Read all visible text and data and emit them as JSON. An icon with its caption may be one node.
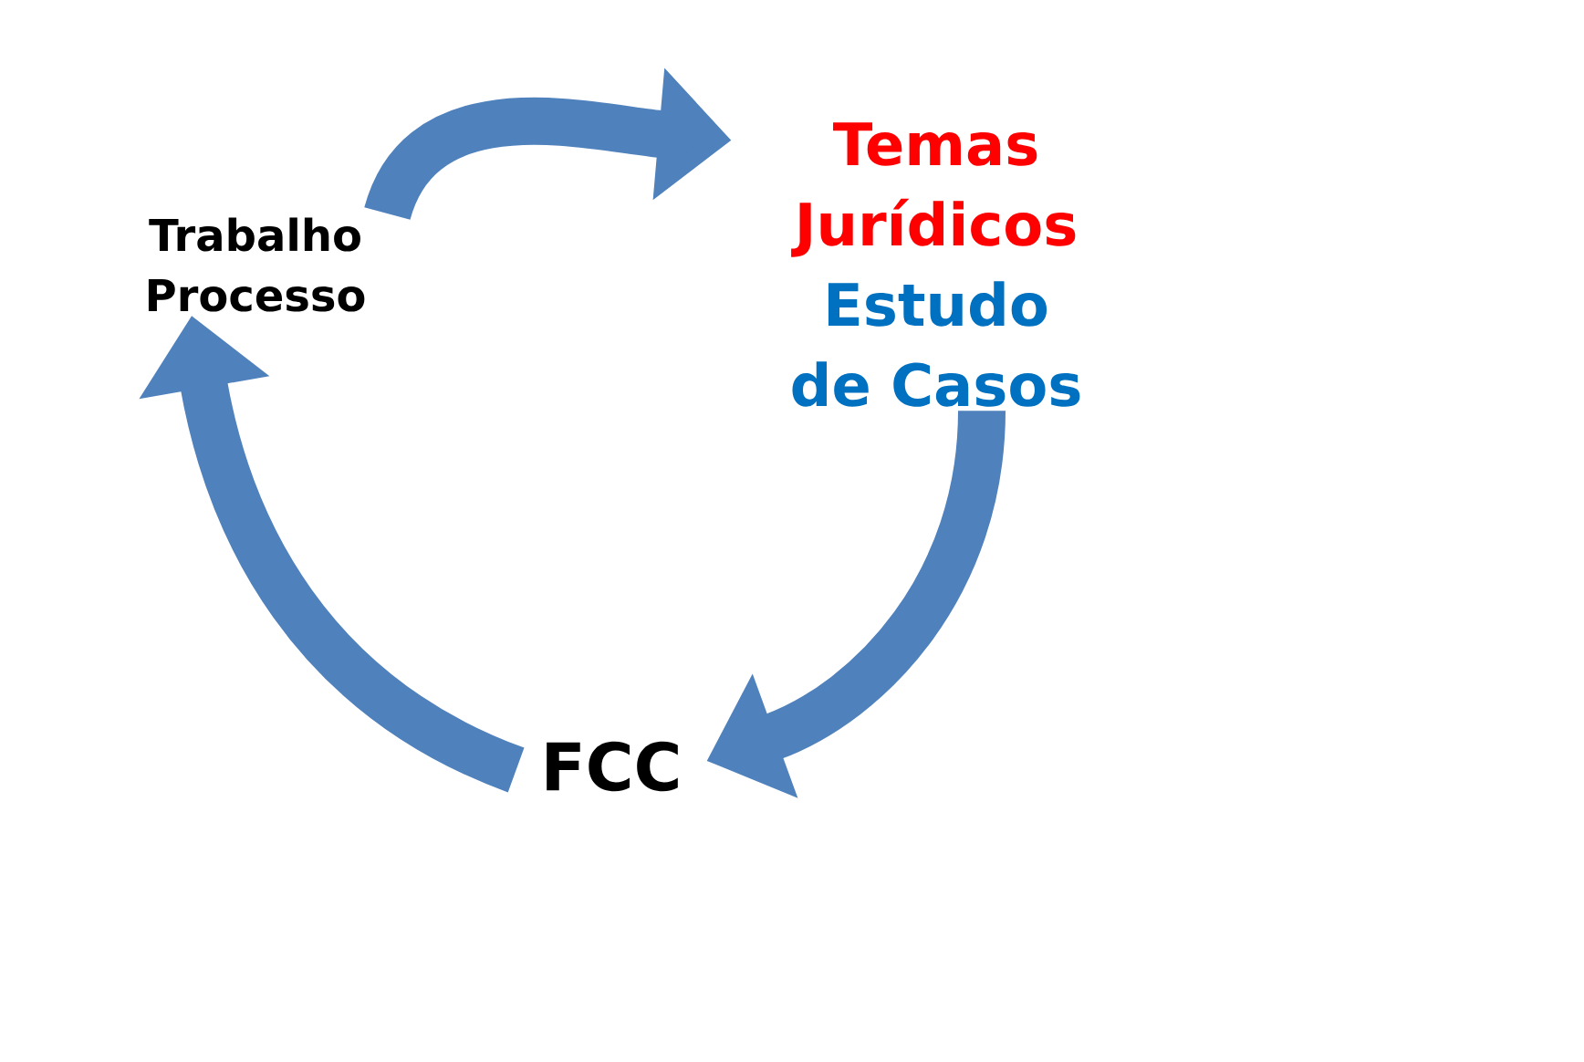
{
  "diagram": {
    "nodes": [
      {
        "text": [
          "Trabalho Processo"
        ]
      },
      {
        "text": [
          "Temas Jurídicos",
          "Estudo de Casos"
        ]
      },
      {
        "text": [
          "FCC"
        ]
      }
    ],
    "edges": [
      {
        "from": 0,
        "to": 1,
        "arrow": "to"
      },
      {
        "from": 1,
        "to": 2,
        "arrow": "to"
      },
      {
        "from": 2,
        "to": 0,
        "arrow": "to"
      }
    ]
  }
}
